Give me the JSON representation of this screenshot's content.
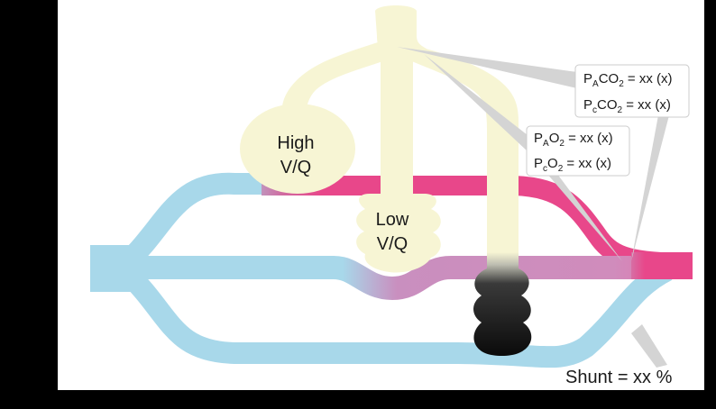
{
  "colors": {
    "background": "#000000",
    "canvas": "#ffffff",
    "venous_blue": "#a8d8ea",
    "arterial_pink": "#e8478a",
    "mixed_mauve": "#c98fbf",
    "airway_cream": "#f7f5d4",
    "shunt_black": "#111111",
    "label_box_border": "#cccccc"
  },
  "alveoli": {
    "high": {
      "line1": "High",
      "line2": "V/Q"
    },
    "low": {
      "line1": "Low",
      "line2": "V/Q"
    }
  },
  "labels": {
    "pa_co2": {
      "main": "P",
      "sub": "A",
      "gas": "CO",
      "gas_sub": "2",
      "value": " = xx (x)"
    },
    "pc_co2": {
      "main": "P",
      "sub": "c",
      "gas": "CO",
      "gas_sub": "2",
      "value": " = xx (x)"
    },
    "pa_o2": {
      "main": "P",
      "sub": "A",
      "gas": "O",
      "gas_sub": "2",
      "value": " = xx (x)"
    },
    "pc_o2": {
      "main": "P",
      "sub": "c",
      "gas": "O",
      "gas_sub": "2",
      "value": " = xx (x)"
    },
    "shunt": "Shunt = xx %"
  }
}
